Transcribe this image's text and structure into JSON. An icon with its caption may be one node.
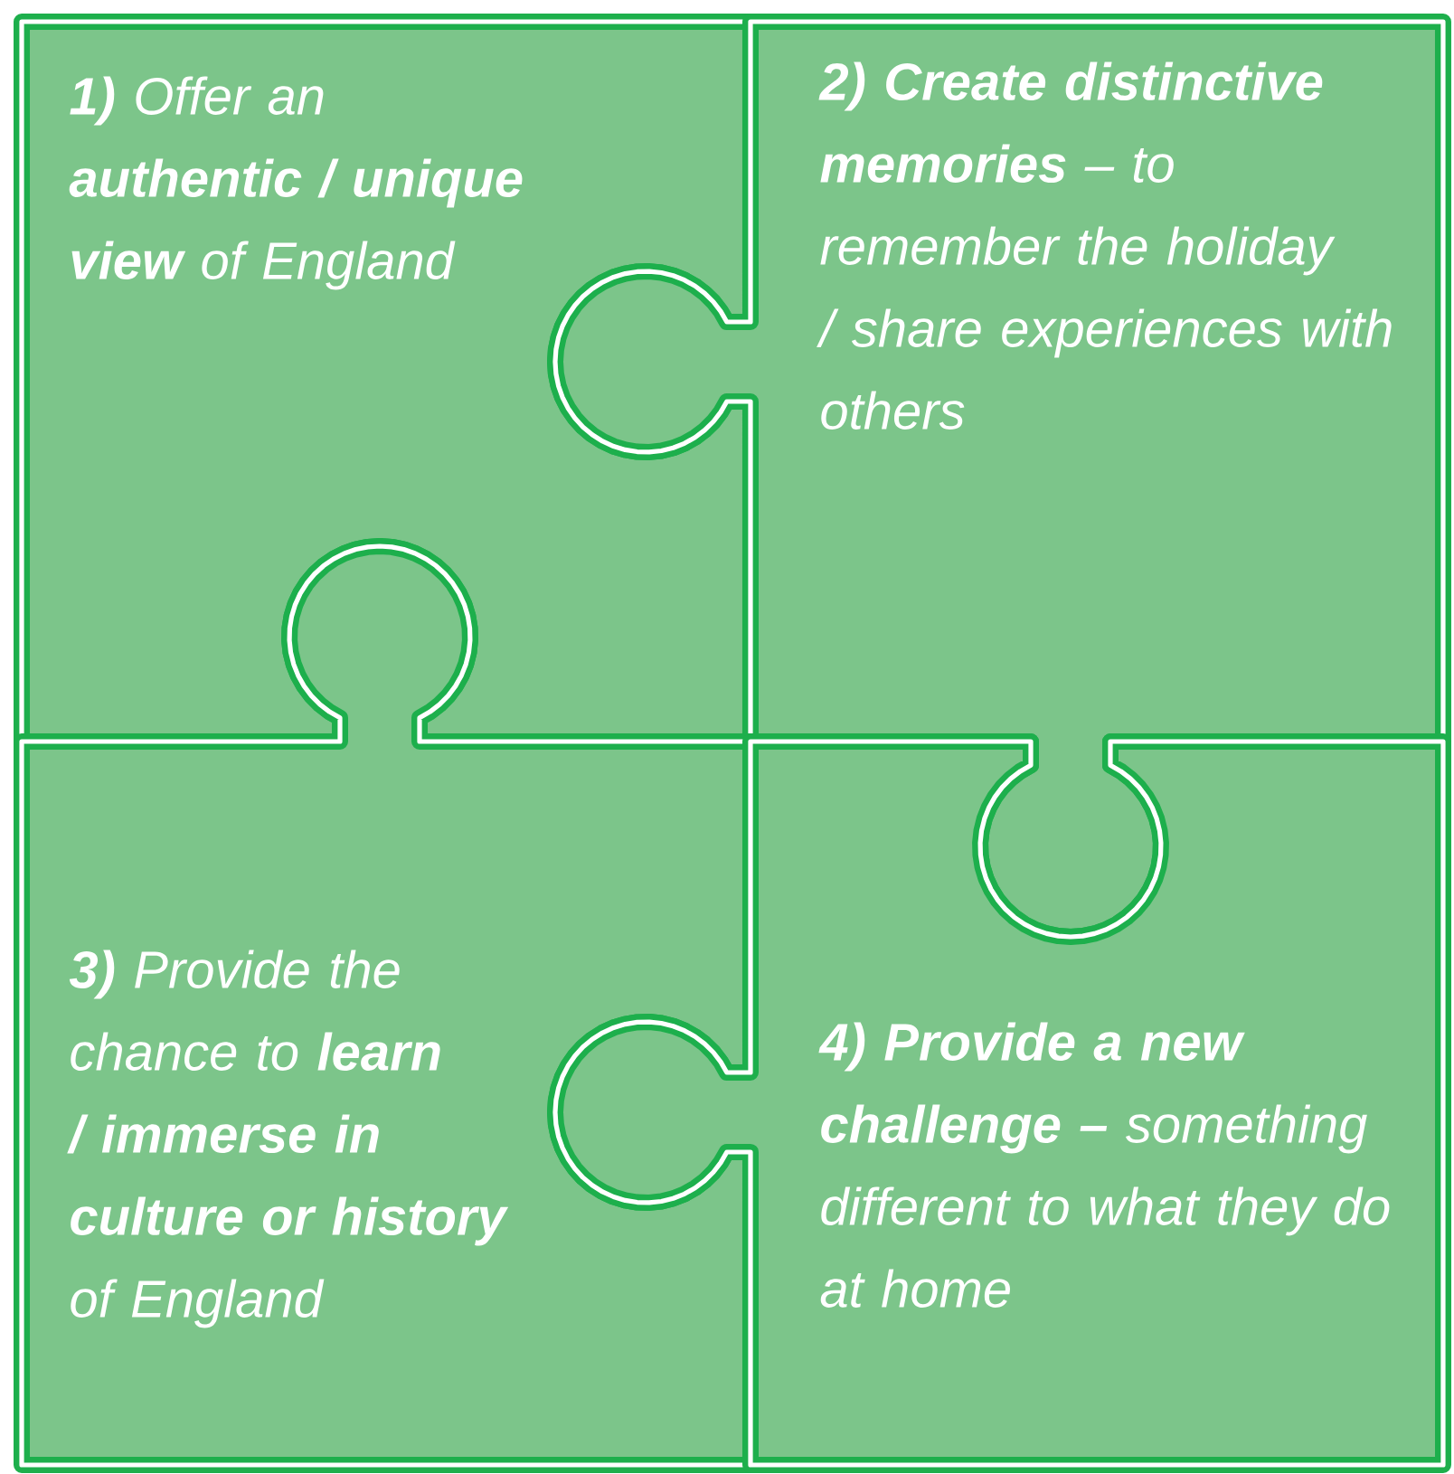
{
  "diagram": {
    "nodes": [
      {
        "text": [
          "**1)** Offer an **authentic / unique view** of England"
        ]
      },
      {
        "text": [
          "**2) Create distinctive memories** – to remember the holiday / share experiences with others"
        ]
      },
      {
        "text": [
          "**3)** Provide the chance to **learn / immerse in culture or history** of England"
        ]
      },
      {
        "text": [
          "**4) Provide a new challenge –** something different to what they do at home"
        ]
      }
    ]
  }
}
